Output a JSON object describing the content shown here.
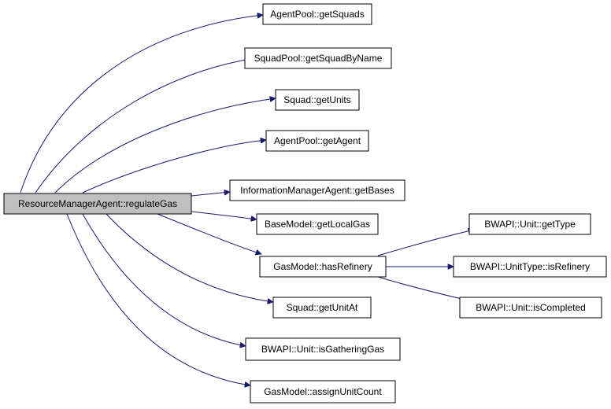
{
  "graph": {
    "edge_color": "#191970",
    "root_fill": "#bfbfbf",
    "node_fill": "#ffffff",
    "nodes": {
      "root": "ResourceManagerAgent::regulateGas",
      "agentpool_getsquads": "AgentPool::getSquads",
      "squadpool_getsquadbyname": "SquadPool::getSquadByName",
      "squad_getunits": "Squad::getUnits",
      "agentpool_getagent": "AgentPool::getAgent",
      "informationmanageragent_getbases": "InformationManagerAgent::getBases",
      "basemodel_getlocalgas": "BaseModel::getLocalGas",
      "gasmodel_hasrefinery": "GasModel::hasRefinery",
      "squad_getunitat": "Squad::getUnitAt",
      "bwapi_unit_isgatheringgas": "BWAPI::Unit::isGatheringGas",
      "gasmodel_assignunitcount": "GasModel::assignUnitCount",
      "bwapi_unit_gettype": "BWAPI::Unit::getType",
      "bwapi_unittype_isrefinery": "BWAPI::UnitType::isRefinery",
      "bwapi_unit_iscompleted": "BWAPI::Unit::isCompleted"
    },
    "edges": [
      [
        "root",
        "agentpool_getsquads"
      ],
      [
        "root",
        "squadpool_getsquadbyname"
      ],
      [
        "root",
        "squad_getunits"
      ],
      [
        "root",
        "agentpool_getagent"
      ],
      [
        "root",
        "informationmanageragent_getbases"
      ],
      [
        "root",
        "basemodel_getlocalgas"
      ],
      [
        "root",
        "gasmodel_hasrefinery"
      ],
      [
        "root",
        "squad_getunitat"
      ],
      [
        "root",
        "bwapi_unit_isgatheringgas"
      ],
      [
        "root",
        "gasmodel_assignunitcount"
      ],
      [
        "gasmodel_hasrefinery",
        "bwapi_unit_gettype"
      ],
      [
        "gasmodel_hasrefinery",
        "bwapi_unittype_isrefinery"
      ],
      [
        "gasmodel_hasrefinery",
        "bwapi_unit_iscompleted"
      ]
    ]
  }
}
